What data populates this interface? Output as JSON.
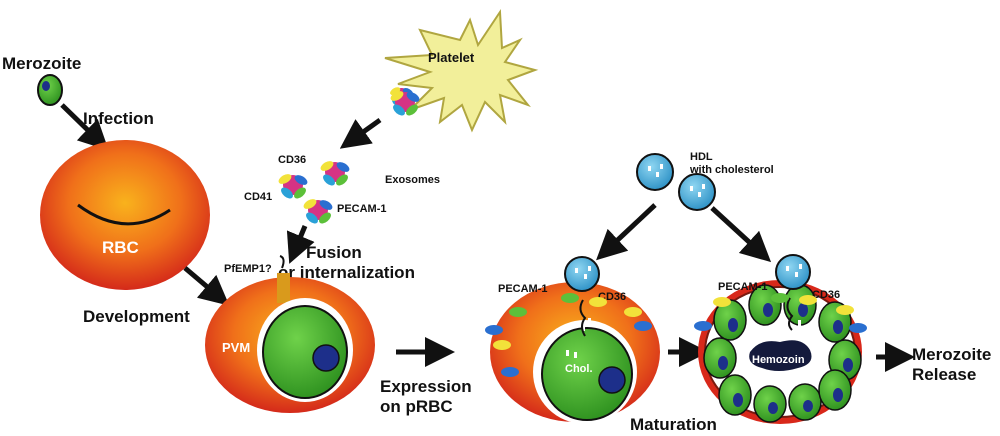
{
  "labels": {
    "merozoite": "Merozoite",
    "infection": "Infection",
    "rbc": "RBC",
    "development": "Development",
    "platelet": "Platelet",
    "cd36": "CD36",
    "cd41": "CD41",
    "pecam1": "PECAM-1",
    "exosomes": "Exosomes",
    "pfemp1": "PfEMP1?",
    "fusion_1": "Fusion",
    "fusion_2": "or internalization",
    "pvm": "PVM",
    "expression_1": "Expression",
    "expression_2": "on pRBC",
    "hdl_1": "HDL",
    "hdl_2": "with cholesterol",
    "chol": "Chol.",
    "hemozoin": "Hemozoin",
    "maturation": "Maturation",
    "release_1": "Merozoite",
    "release_2": "Release"
  },
  "colors": {
    "rbc_outer": "#d8281a",
    "rbc_inner": "#f7a81b",
    "parasite": "#3fae2a",
    "nucleus": "#1d2f8a",
    "platelet": "#f2ef9a",
    "hdl": "#3aa6d6",
    "arrow": "#111111"
  }
}
